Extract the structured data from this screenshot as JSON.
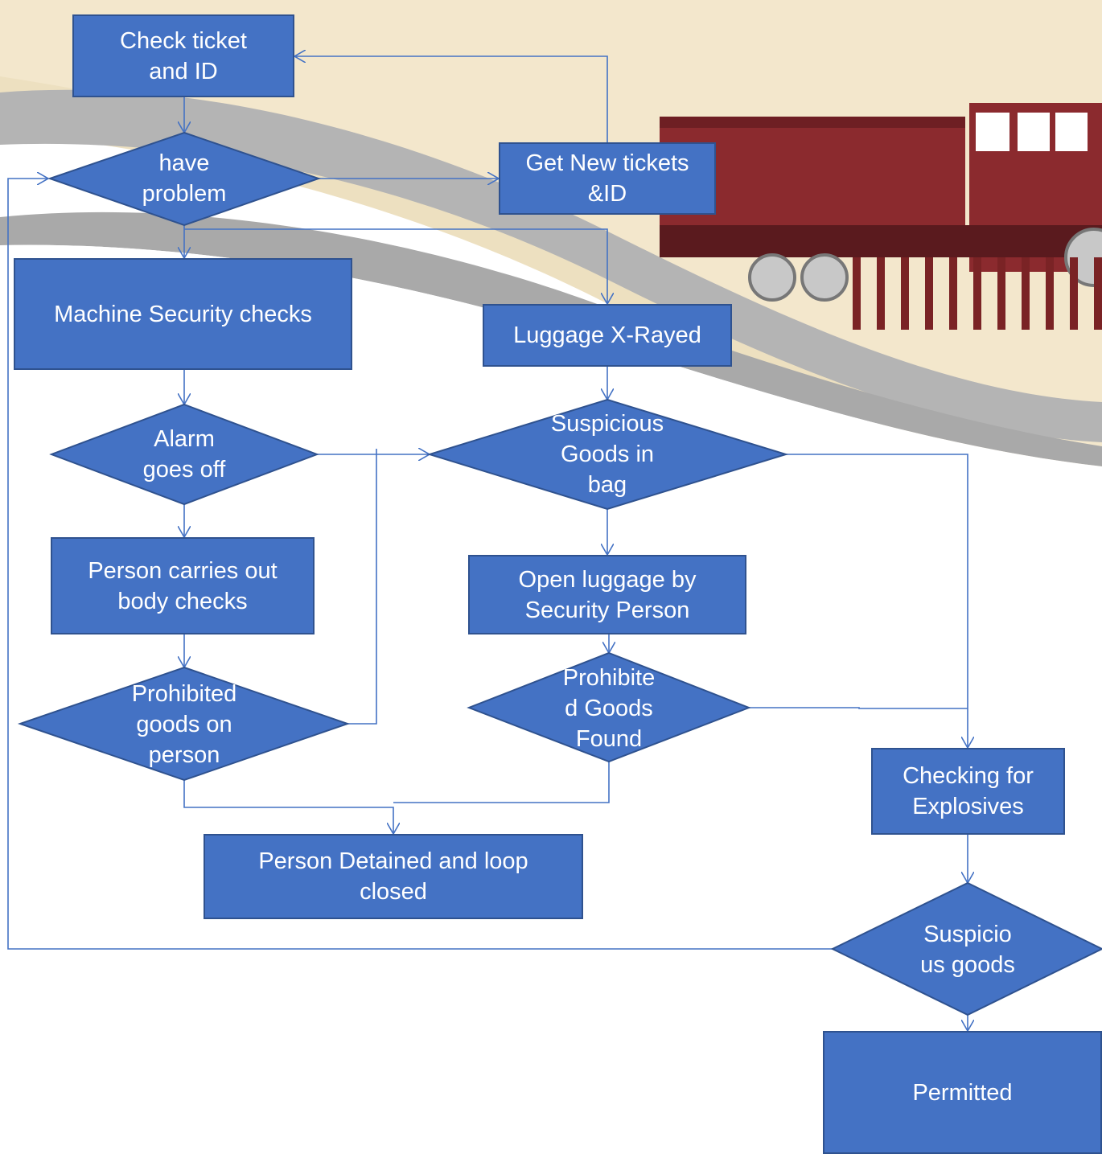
{
  "nodes": {
    "check_ticket": "Check ticket\nand ID",
    "have_problem": "have\nproblem",
    "get_new_tickets": "Get New tickets\n&ID",
    "machine_security": "Machine Security checks",
    "luggage_xray": "Luggage X-Rayed",
    "alarm": "Alarm\ngoes off",
    "suspicious_bag": "Suspicious\nGoods in\nbag",
    "body_checks": "Person carries out\nbody checks",
    "open_luggage": "Open luggage by\nSecurity Person",
    "prohibited_person": "Prohibited\ngoods on\nperson",
    "prohibited_found": "Prohibite\nd Goods\nFound",
    "explosives": "Checking for\nExplosives",
    "detained": "Person Detained and loop\nclosed",
    "suspicious_goods": "Suspicio\nus goods",
    "permitted": "Permitted"
  },
  "colors": {
    "node_fill": "#4472c4",
    "node_border": "#2f528f",
    "connector": "#4472c4",
    "band_cream": "#f1e4c6",
    "band_gray": "#b4b4b4",
    "train_red": "#8b2a2e"
  }
}
